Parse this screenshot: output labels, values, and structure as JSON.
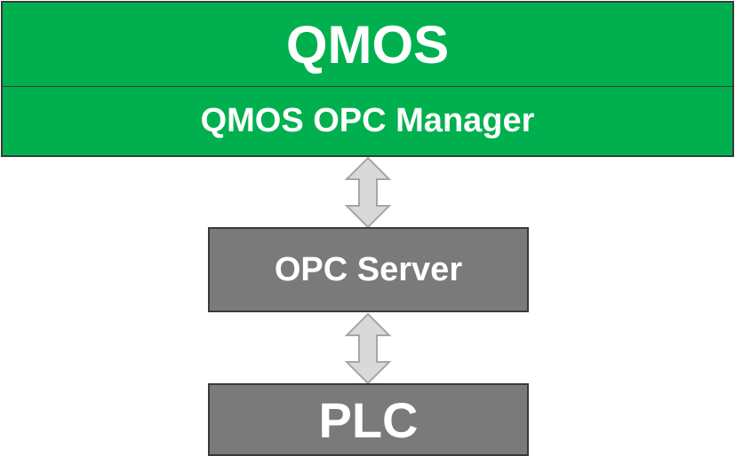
{
  "diagram": {
    "top_title": "QMOS",
    "manager_label": "QMOS OPC Manager",
    "server_label": "OPC Server",
    "plc_label": "PLC"
  },
  "colors": {
    "qmos_fill": "#00b04f",
    "box_fill": "#7a7a7a",
    "arrow_fill": "#d9d9d9",
    "arrow_stroke": "#a6a6a6",
    "border": "#3a3a3a",
    "text": "#ffffff"
  },
  "connectors": [
    {
      "from": "QMOS OPC Manager",
      "to": "OPC Server",
      "direction": "bidirectional",
      "icon": "double-arrow-vertical"
    },
    {
      "from": "OPC Server",
      "to": "PLC",
      "direction": "bidirectional",
      "icon": "double-arrow-vertical"
    }
  ]
}
